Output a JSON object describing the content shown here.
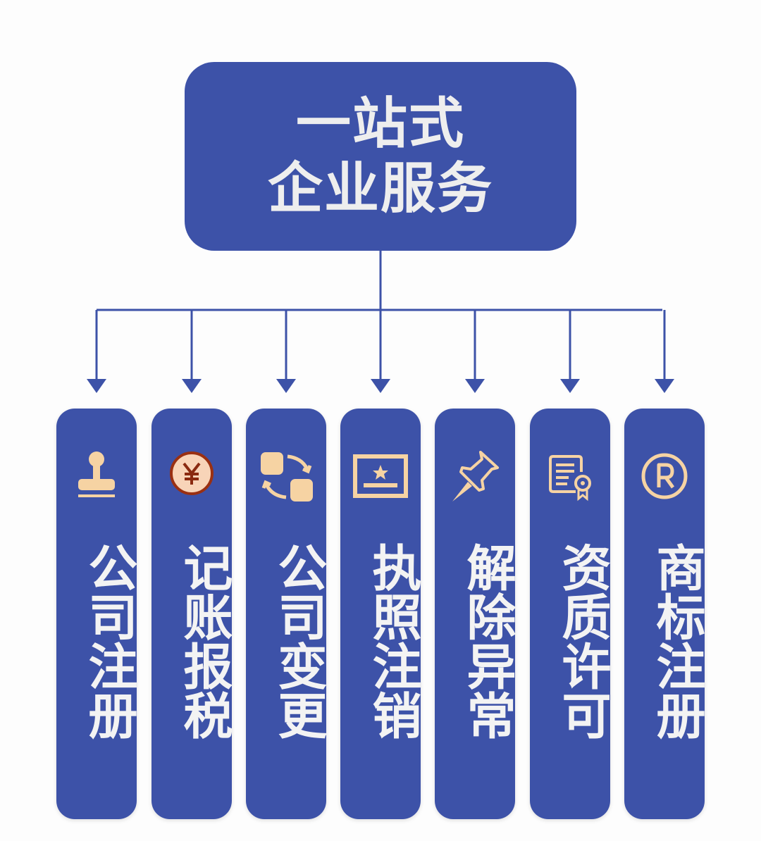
{
  "title": {
    "line1": "一站式",
    "line2": "企业服务"
  },
  "colors": {
    "primary": "#3d52a8",
    "icon": "#f6d3a3",
    "text": "#f3f3f3"
  },
  "services": [
    {
      "label": "公司注册",
      "icon": "stamp-icon"
    },
    {
      "label": "记账报税",
      "icon": "yuan-coin-icon"
    },
    {
      "label": "公司变更",
      "icon": "swap-icon"
    },
    {
      "label": "执照注销",
      "icon": "license-icon"
    },
    {
      "label": "解除异常",
      "icon": "pushpin-icon"
    },
    {
      "label": "资质许可",
      "icon": "certificate-icon"
    },
    {
      "label": "商标注册",
      "icon": "registered-trademark-icon"
    }
  ]
}
